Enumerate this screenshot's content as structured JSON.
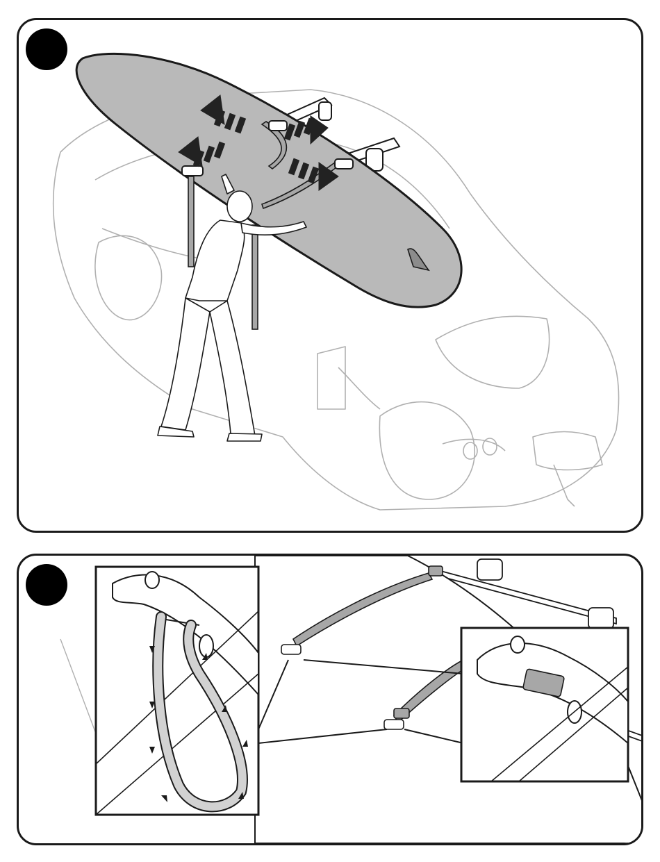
{
  "figure": {
    "steps": [
      {
        "marker_label": "",
        "scene": "surfboard-loading"
      },
      {
        "marker_label": "",
        "scene": "strap-threading-detail"
      }
    ]
  },
  "colors": {
    "outline": "#1a1a1a",
    "board_fill": "#b9b9b9",
    "strap_fill": "#a7a7a7",
    "car_line": "#b0b0b0",
    "arrow_fill": "#222222"
  },
  "icons": [
    "step-marker-circle",
    "direction-arrow-icon",
    "motion-arrow-icon"
  ]
}
